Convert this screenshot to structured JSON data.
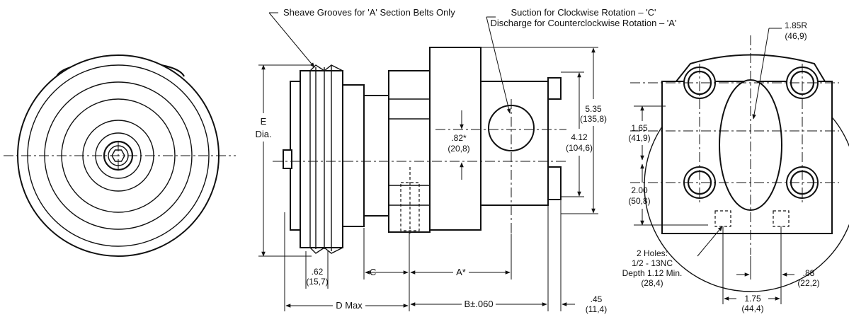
{
  "callouts": {
    "sheave_grooves": "Sheave Grooves for 'A' Section Belts Only",
    "suction": "Suction for Clockwise Rotation – 'C'",
    "discharge": "Discharge for Counterclockwise Rotation – 'A'",
    "holes_title": "2 Holes:",
    "holes_thread": "1/2 - 13NC",
    "holes_depth": "Depth 1.12 Min.",
    "holes_depth_mm": "(28,4)"
  },
  "dimensions": {
    "e_label": "E",
    "e_dia": "Dia.",
    "port_offset": ".82*",
    "port_offset_mm": "(20,8)",
    "overall_height": "5.35",
    "overall_height_mm": "(135,8)",
    "bolt_height": "4.12",
    "bolt_height_mm": "(104,6)",
    "groove_width": ".62",
    "groove_width_mm": "(15,7)",
    "c_label": "C",
    "a_label": "A*",
    "d_max": "D Max",
    "b_label": "B±.060",
    "flange_thk": ".45",
    "flange_thk_mm": "(11,4)",
    "radius": "1.85R",
    "radius_mm": "(46,9)",
    "upper_spacing": "1.65",
    "upper_spacing_mm": "(41,9)",
    "lower_spacing": "2.00",
    "lower_spacing_mm": "(50,8)",
    "hole_spacing": "1.75",
    "hole_spacing_mm": "(44,4)",
    "hole_offset": ".88",
    "hole_offset_mm": "(22,2)"
  }
}
